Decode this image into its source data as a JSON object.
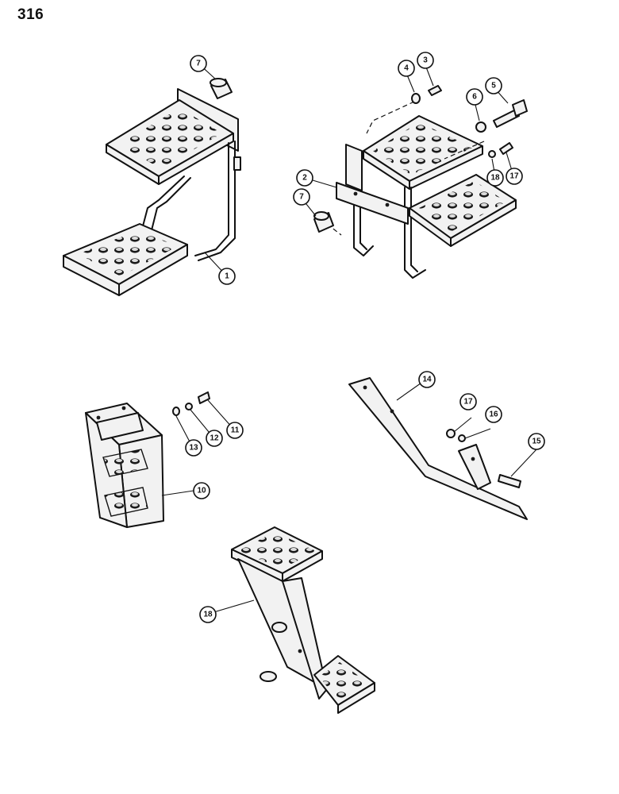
{
  "page": {
    "number": "316"
  },
  "callouts": {
    "c1": "1",
    "c2": "2",
    "c3": "3",
    "c4": "4",
    "c5": "5",
    "c6": "6",
    "c7a": "7",
    "c7b": "7",
    "c10": "10",
    "c11": "11",
    "c12": "12",
    "c13": "13",
    "c14": "14",
    "c15": "15",
    "c16": "16",
    "c17a": "17",
    "c17b": "17",
    "c18a": "18",
    "c18b": "18"
  }
}
